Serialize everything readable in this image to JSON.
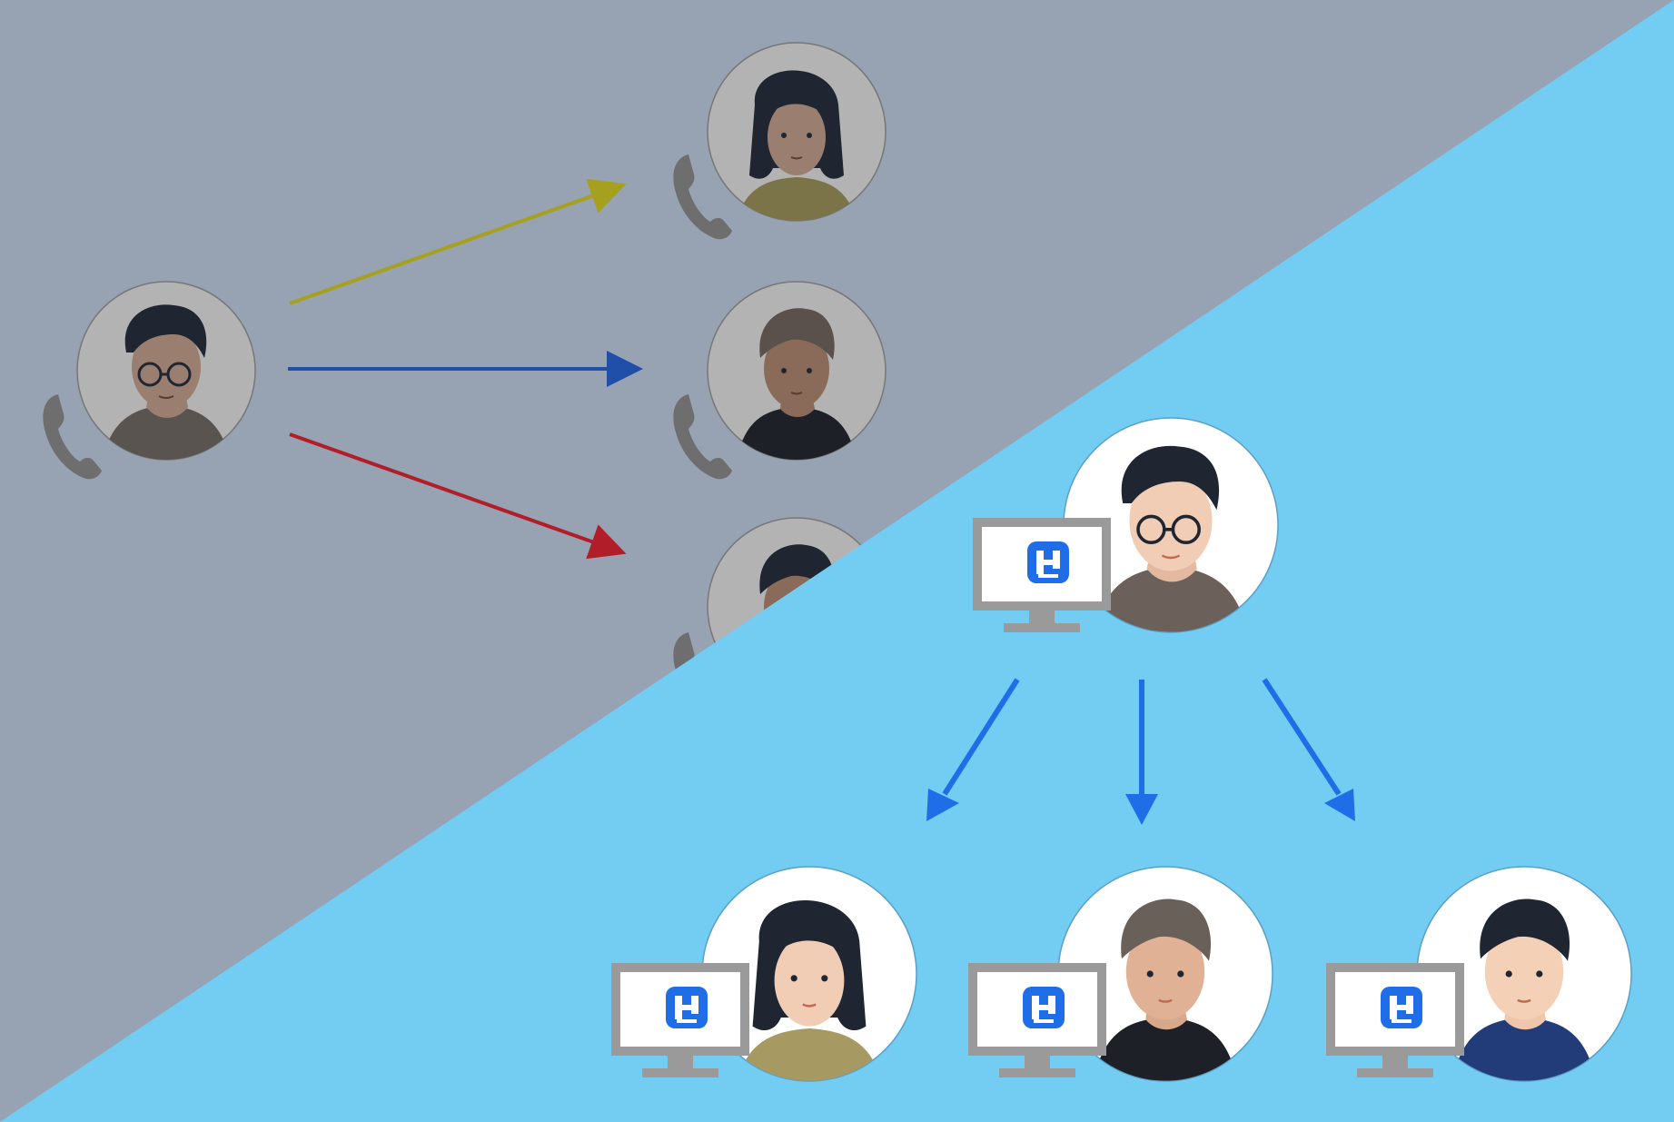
{
  "colors": {
    "background_legacy": "#97a3b2",
    "background_modern": "#73cdf3",
    "phone_icon": "#6e6e6e",
    "legacy_avatar_ring": "#b3b3b3",
    "arrow_yellow": "#a7a01e",
    "arrow_blue": "#1f4fa8",
    "arrow_red": "#b11e2a",
    "arrow_modern": "#1f6ee8",
    "monitor_frame": "#9a9a9a",
    "app_logo": "#1f6ee8",
    "hair_dark": "#1f2631",
    "hair_brown": "#6a605a"
  },
  "legacy_section": {
    "caller": {
      "icon": "person-glasses-avatar",
      "phone_icon": "phone-handset-icon"
    },
    "recipients": [
      {
        "icon": "person-long-hair-avatar",
        "shirt": "#7a7448"
      },
      {
        "icon": "person-brown-hair-avatar",
        "shirt": "#1e2027"
      },
      {
        "icon": "person-short-hair-avatar",
        "shirt": "#1e2027"
      }
    ],
    "arrows": [
      "arrow-yellow",
      "arrow-blue",
      "arrow-red"
    ]
  },
  "modern_section": {
    "sender": {
      "icon": "person-glasses-avatar",
      "device_icon": "monitor-app-icon"
    },
    "recipients": [
      {
        "icon": "person-long-hair-avatar",
        "shirt": "#a69a62"
      },
      {
        "icon": "person-brown-hair-avatar",
        "shirt": "#1e2027"
      },
      {
        "icon": "person-short-hair-avatar",
        "shirt": "#223c7a"
      }
    ]
  }
}
